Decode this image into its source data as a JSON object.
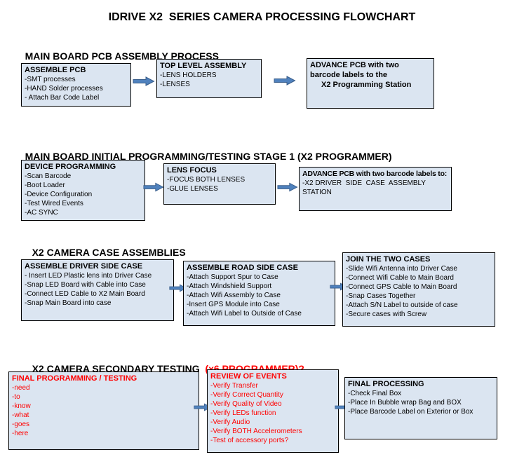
{
  "page": {
    "title": "IDRIVE X2  SERIES CAMERA PROCESSING FLOWCHART"
  },
  "colors": {
    "box_fill": "#dbe5f1",
    "box_border": "#000000",
    "arrow_fill": "#4f81bd",
    "arrow_border": "#385d8a",
    "red_text": "#ff0000",
    "heading_text": "#000000",
    "background": "#ffffff"
  },
  "sections": [
    {
      "heading": "MAIN BOARD PCB ASSEMBLY PROCESS",
      "heading_red": "",
      "boxes": [
        {
          "title": "ASSEMBLE PCB",
          "items": [
            "-SMT processes",
            "-HAND Solder processes",
            "- Attach Bar Code Label"
          ]
        },
        {
          "title": "TOP LEVEL ASSEMBLY",
          "items": [
            "-LENS HOLDERS",
            "-LENSES"
          ]
        },
        {
          "title": "ADVANCE PCB with two barcode labels to the",
          "title_line2": "X2 Programming Station",
          "items": []
        }
      ]
    },
    {
      "heading": "MAIN BOARD INITIAL PROGRAMMING/TESTING STAGE 1 (X2 PROGRAMMER)",
      "heading_red": "",
      "boxes": [
        {
          "title": "DEVICE PROGRAMMING",
          "items": [
            "-Scan Barcode",
            "-Boot Loader",
            "-Device Configuration",
            "-Test Wired Events",
            "-AC SYNC"
          ]
        },
        {
          "title": "LENS FOCUS",
          "items": [
            "-FOCUS BOTH LENSES",
            "-GLUE LENSES"
          ]
        },
        {
          "title": "ADVANCE PCB with two barcode labels to:",
          "items": [
            "-X2 DRIVER  SIDE  CASE  ASSEMBLY STATION"
          ]
        }
      ]
    },
    {
      "heading": "X2 CAMERA CASE ASSEMBLIES",
      "heading_red": "",
      "boxes": [
        {
          "title": "ASSEMBLE DRIVER SIDE CASE",
          "items": [
            "- Insert LED Plastic lens into Driver Case",
            "-Snap LED Board with Cable into Case",
            "-Connect LED Cable to X2 Main Board",
            "-Snap Main Board into case"
          ]
        },
        {
          "title": "ASSEMBLE ROAD SIDE CASE",
          "items": [
            "-Attach Support Spur to Case",
            "-Attach Windshield Support",
            "-Attach Wifi Assembly to Case",
            "-Insert GPS Module into Case",
            "-Attach Wifi Label to Outside of Case"
          ]
        },
        {
          "title": "JOIN THE TWO CASES",
          "items": [
            "-Slide Wifi Antenna into Driver Case",
            "-Connect Wifi Cable to Main Board",
            "-Connect GPS Cable to Main Board",
            "-Snap Cases Together",
            "-Attach S/N Label to outside of case",
            "-Secure cases with Screw"
          ]
        }
      ]
    },
    {
      "heading": "X2 CAMERA SECONDARY TESTING  ",
      "heading_red": "(x6 PROGRAMMER)?",
      "boxes": [
        {
          "title": "FINAL PROGRAMMING / TESTING",
          "red": true,
          "items": [
            "-need",
            "-to",
            "-know",
            "-what",
            "-goes",
            "-here"
          ]
        },
        {
          "title": "REVIEW OF EVENTS",
          "red": true,
          "items": [
            "-Verify Transfer",
            "-Verify Correct Quantity",
            "-Verify Quality of Video",
            "-Verify LEDs function",
            "-Verify Audio",
            "-Verify BOTH Accelerometers",
            "-Test of accessory ports?"
          ]
        },
        {
          "title": "FINAL PROCESSING",
          "items": [
            "-Check Final Box",
            "-Place In Bubble wrap Bag and BOX",
            "-Place Barcode Label on Exterior or Box"
          ]
        }
      ]
    }
  ]
}
